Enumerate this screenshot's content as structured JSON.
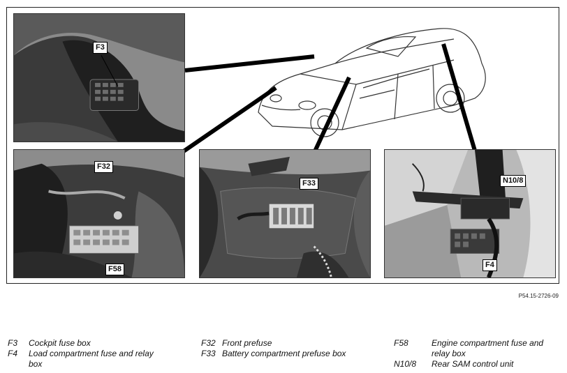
{
  "callouts": {
    "f3": "F3",
    "f32": "F32",
    "f58": "F58",
    "f33": "F33",
    "n10_8": "N10/8",
    "f4": "F4"
  },
  "figure_ref": "P54.15-2726-09",
  "legend": [
    [
      {
        "code": "F3",
        "desc": "Cockpit fuse box"
      },
      {
        "code": "F4",
        "desc": "Load compartment fuse and relay box"
      }
    ],
    [
      {
        "code": "F32",
        "desc": "Front prefuse"
      },
      {
        "code": "F33",
        "desc": "Battery compartment prefuse box"
      }
    ],
    [
      {
        "code": "F58",
        "desc": "Engine compartment fuse and relay box"
      },
      {
        "code": "N10/8",
        "desc": "Rear SAM control unit"
      }
    ]
  ],
  "colors": {
    "photo_dark": "#2b2b2b",
    "photo_mid": "#6e6e6e",
    "photo_light": "#bdbdbd",
    "line": "#111111"
  }
}
